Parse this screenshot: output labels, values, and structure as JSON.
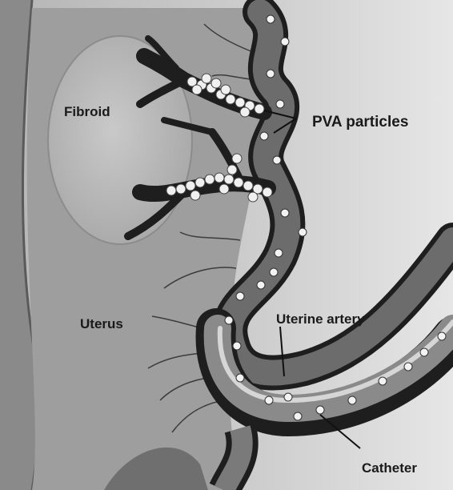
{
  "labels": {
    "fibroid": "Fibroid",
    "pva": "PVA particles",
    "uterus": "Uterus",
    "artery": "Uterine artery",
    "catheter": "Catheter"
  },
  "colors": {
    "background": "#d9d9d9",
    "tissue": "#9a9a9a",
    "fibroid": "#b9b9b9",
    "vessel_outline": "#1e1e1e",
    "vessel_lumen": "#6a6a6a",
    "particle": "#f2f2f2",
    "label": "#1a1a1a"
  }
}
